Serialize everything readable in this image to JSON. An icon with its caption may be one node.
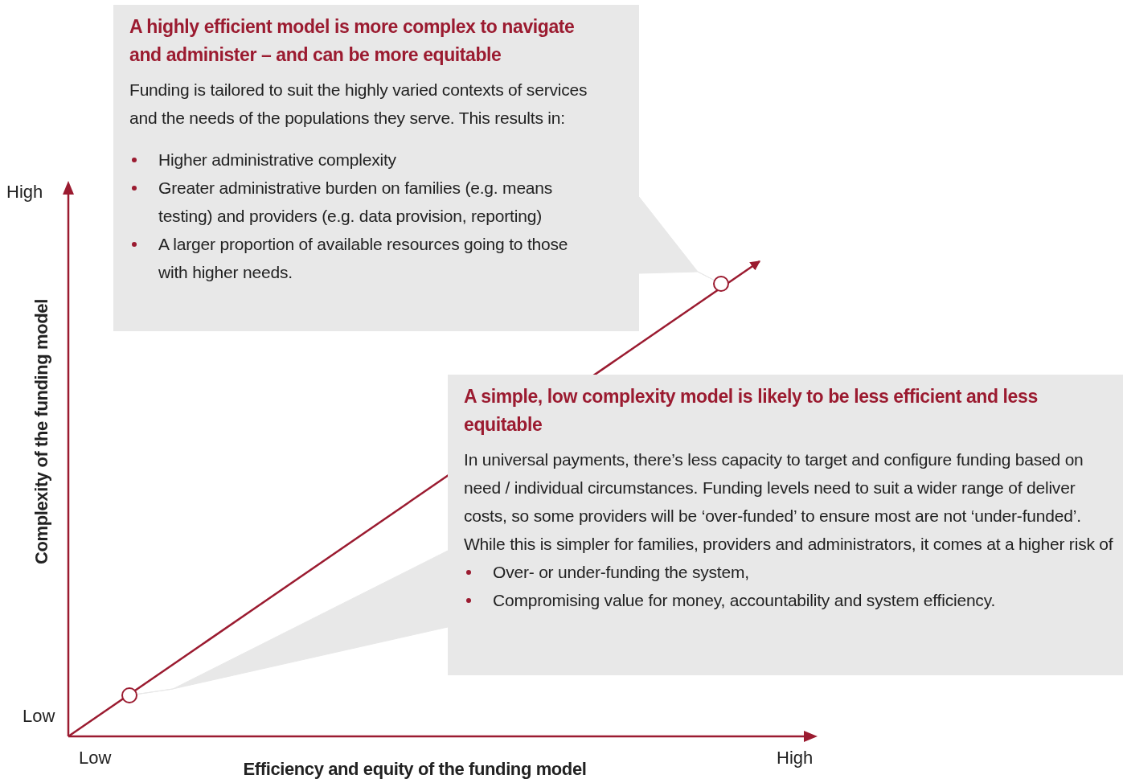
{
  "diagram": {
    "nodes": [
      {
        "text": [
          "A highly efficient model is more complex to navigate and administer – and can be more equitable",
          "Funding is tailored to suit the highly varied contexts of services and the needs of the populations they serve. This results in:",
          "Higher administrative complexity",
          "Greater administrative burden on families (e.g. means testing) and providers (e.g. data provision, reporting)",
          "A larger proportion of available resources going to those with higher needs."
        ]
      },
      {
        "text": [
          "A simple, low complexity model is likely to be less efficient and less equitable",
          "In universal payments, there’s less capacity to target and configure funding based on need / individual circumstances. Funding levels need to suit a wider range of deliver costs, so some providers will be ‘over-funded’ to ensure most are not ‘under-funded’.",
          "While this is simpler for families, providers and administrators, it comes at a higher risk of",
          "Over- or under-funding the system,",
          "Compromising value for money, accountability and system efficiency."
        ]
      },
      {
        "text": [],
        "shape": "circle"
      },
      {
        "text": [],
        "shape": "circle"
      }
    ],
    "edges": [
      {
        "from": 0,
        "to": 2,
        "arrow": "none"
      },
      {
        "from": 1,
        "to": 3,
        "arrow": "none"
      }
    ],
    "labels": [
      "High",
      "Low",
      "Complexity of the funding model",
      "Low",
      "High",
      "Efficiency and equity of the funding model"
    ]
  }
}
